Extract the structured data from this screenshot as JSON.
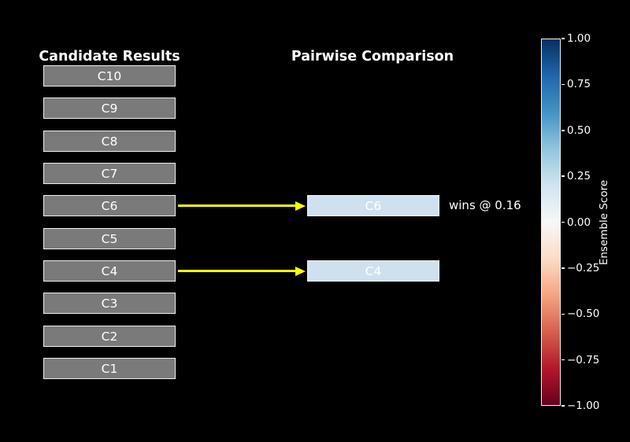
{
  "colors": {
    "background": "#000000",
    "text": "#ffffff",
    "candidate-fill": "#7a7a7a",
    "winner-fill": "#cfe1ef",
    "box-border": "#f0f0f0",
    "arrow": "#ffff00"
  },
  "left_panel": {
    "title": "Candidate Results",
    "candidates": [
      "C10",
      "C9",
      "C8",
      "C7",
      "C6",
      "C5",
      "C4",
      "C3",
      "C2",
      "C1"
    ]
  },
  "right_panel": {
    "title": "Pairwise Comparison",
    "winners": [
      {
        "label": "C6",
        "annotation": "wins @ 0.16"
      },
      {
        "label": "C4",
        "annotation": ""
      }
    ]
  },
  "colorbar": {
    "label": "Ensemble Score",
    "range_min": -1.0,
    "range_max": 1.0,
    "ticks": [
      "1.00",
      "0.75",
      "0.50",
      "0.25",
      "0.00",
      "−0.25",
      "−0.50",
      "−0.75",
      "−1.00"
    ],
    "colormap": "RdBu",
    "gradient_stops": [
      "#053061",
      "#2166ac",
      "#4393c3",
      "#92c5de",
      "#d1e5f0",
      "#f7f7f7",
      "#fddbc7",
      "#f4a582",
      "#d6604d",
      "#b2182b",
      "#67001f"
    ]
  }
}
